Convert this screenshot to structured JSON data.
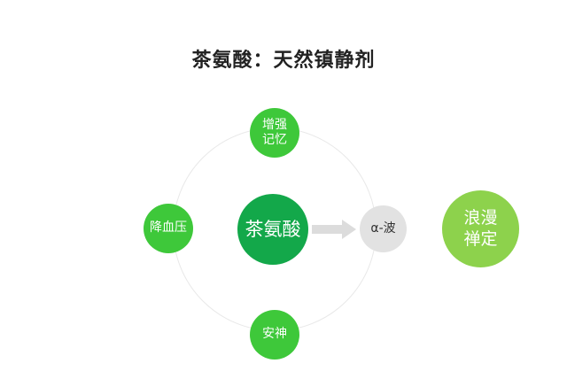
{
  "title": "茶氨酸：天然镇静剂",
  "nodes": {
    "top": "增强\n记忆",
    "left": "降血压",
    "bottom": "安神",
    "center": "茶氨酸",
    "alpha": "α-波",
    "result": "浪漫\n禅定"
  },
  "colors": {
    "center": "#13a84a",
    "benefit": "#3ec83a",
    "alpha_wave": "#e2e2e2",
    "result": "#8dd24c",
    "arrow": "#dcdcdc",
    "ring": "#e8e8e8"
  }
}
